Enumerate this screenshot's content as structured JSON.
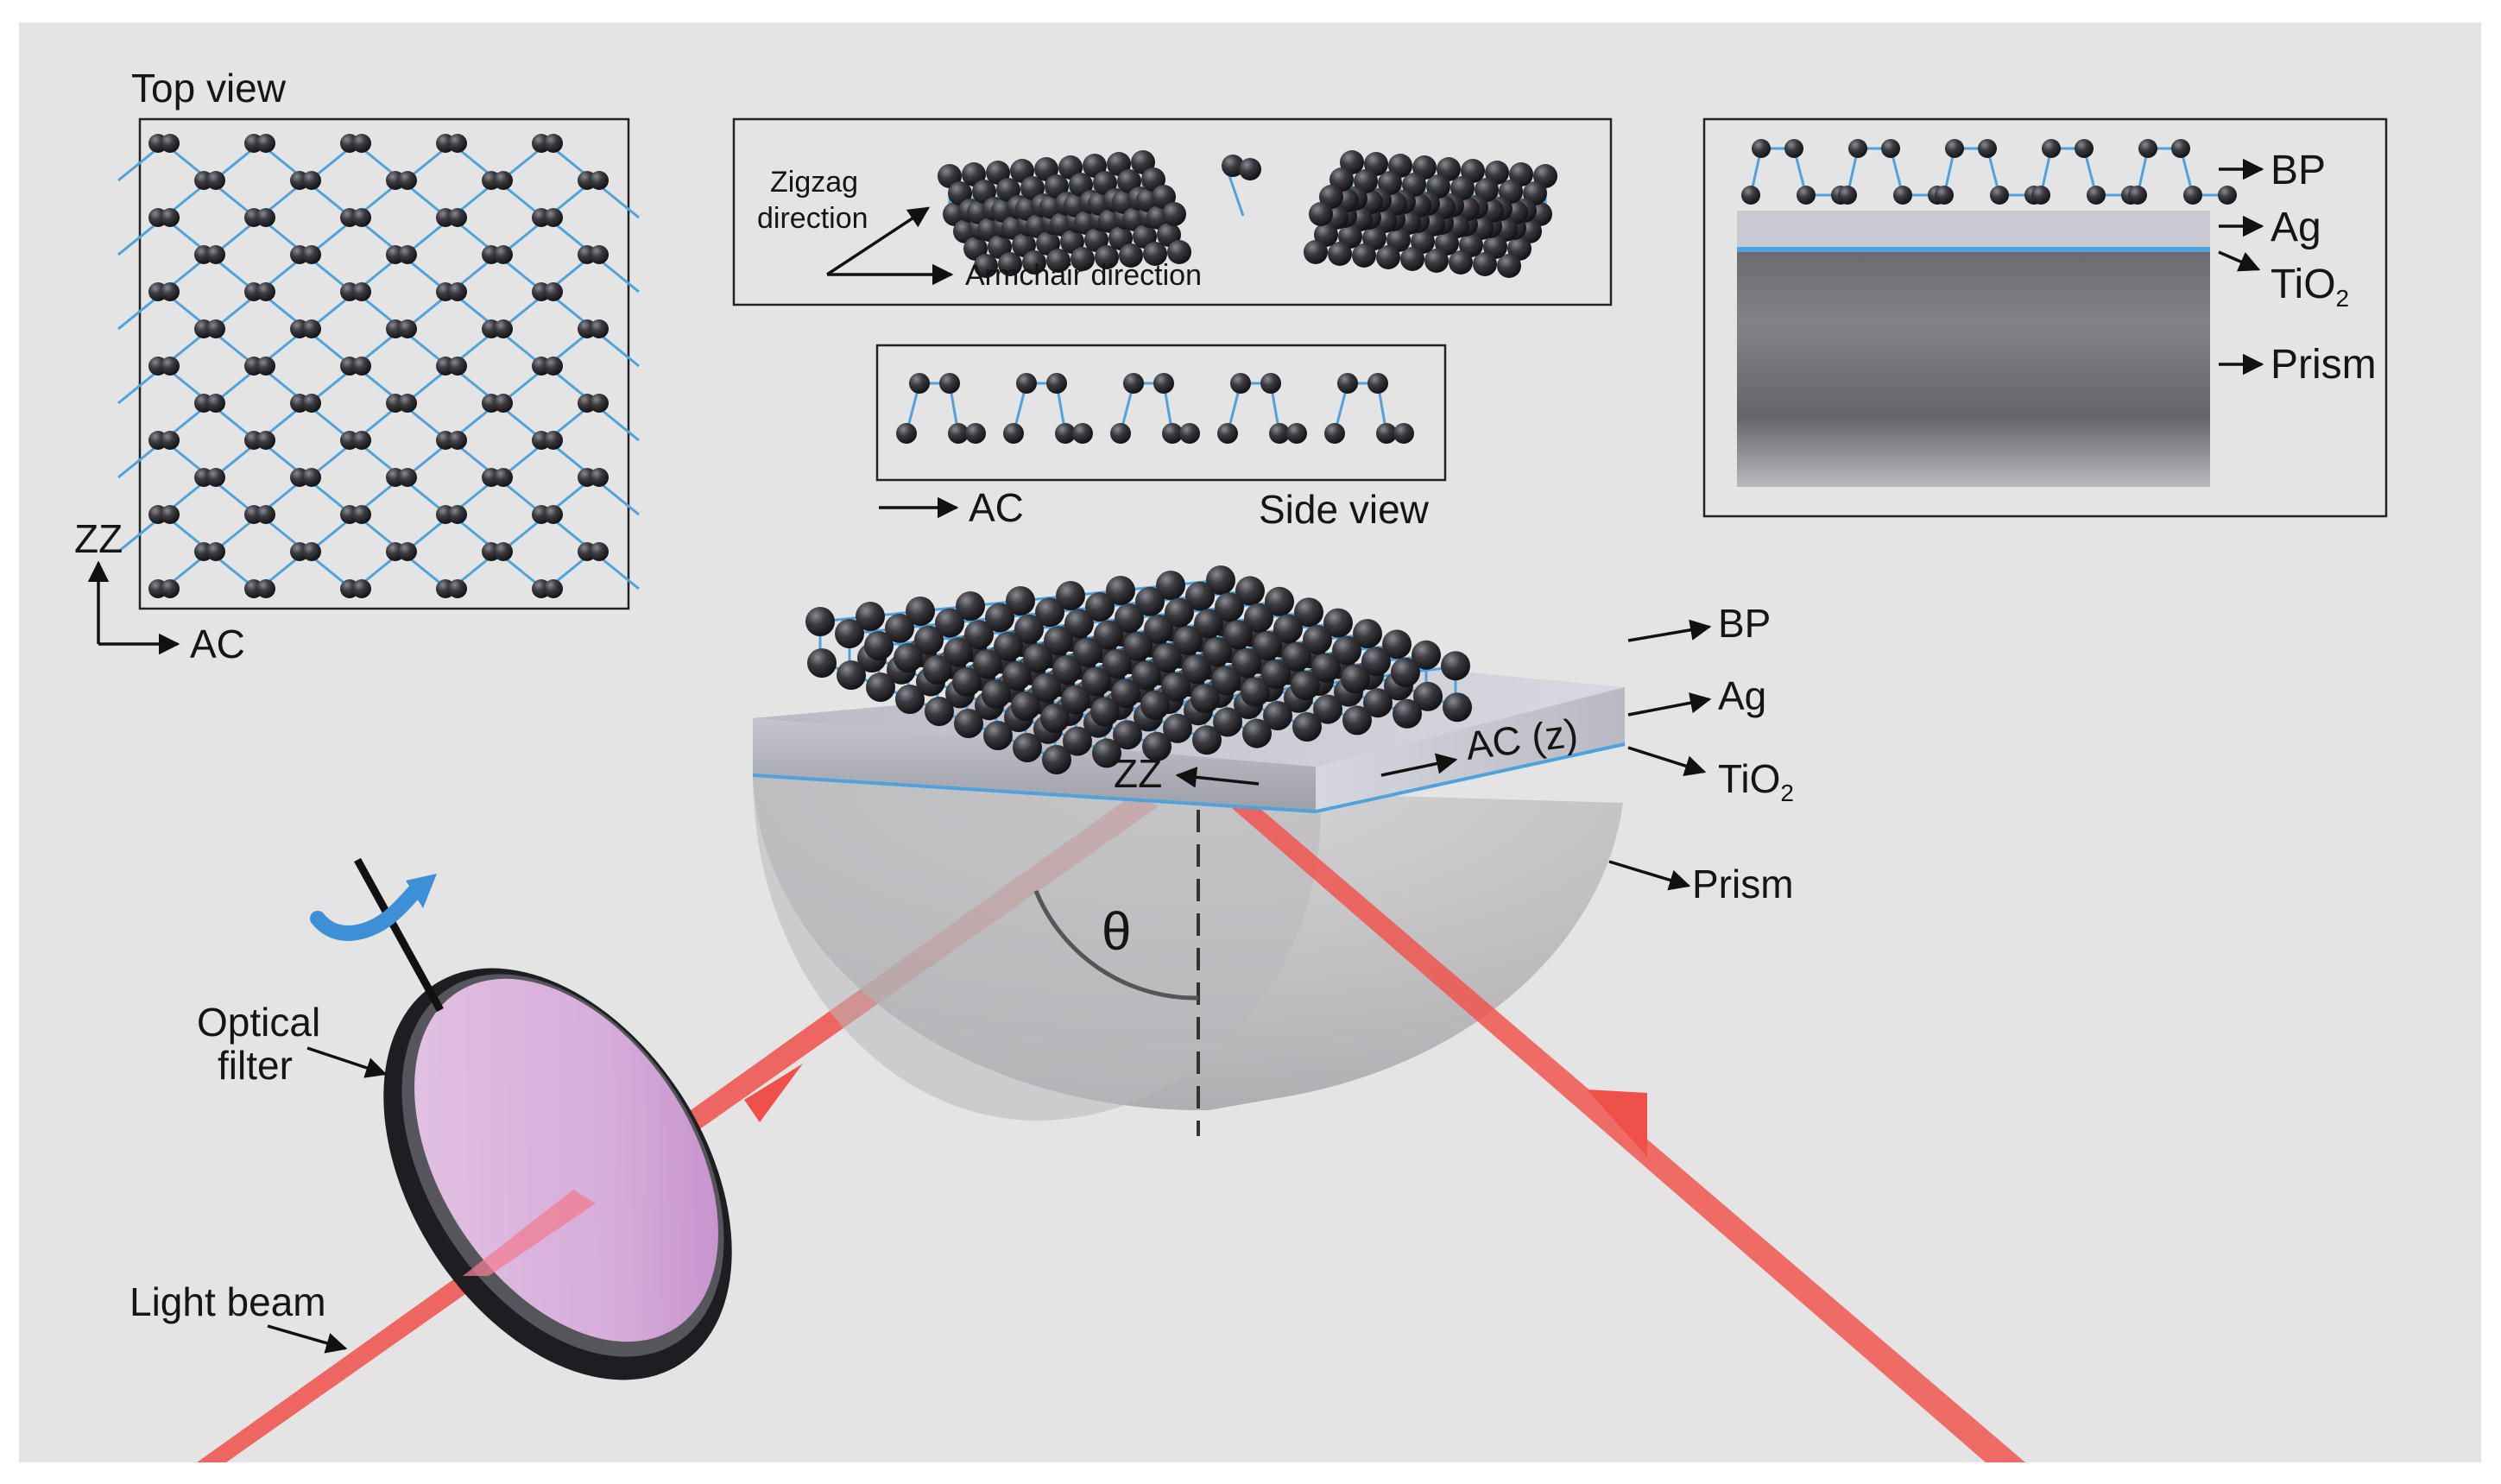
{
  "top_view": {
    "title": "Top view",
    "axis_y": "ZZ",
    "axis_x": "AC"
  },
  "perspective_panel": {
    "zigzag_line1": "Zigzag",
    "zigzag_line2": "direction",
    "armchair": "Armchair direction"
  },
  "side_view": {
    "axis": "AC",
    "title": "Side view"
  },
  "layers_panel": {
    "bp": "BP",
    "ag": "Ag",
    "tio2_base": "TiO",
    "tio2_sub": "2",
    "prism": "Prism"
  },
  "main": {
    "bp": "BP",
    "ag": "Ag",
    "tio2_base": "TiO",
    "tio2_sub": "2",
    "prism": "Prism",
    "zz": "ZZ",
    "ac": "AC (z)",
    "theta": "θ",
    "optical_filter_line1": "Optical",
    "optical_filter_line2": "filter",
    "light_beam": "Light beam"
  },
  "colors": {
    "background": "#e4e4e4",
    "atom": "#3a3a40",
    "bond": "#4ea3dc",
    "beam": "#f0504a",
    "substrate_top": "#c7c7cf",
    "tio2": "#4ea3dc",
    "filter_tint": "#e6b5e6"
  }
}
